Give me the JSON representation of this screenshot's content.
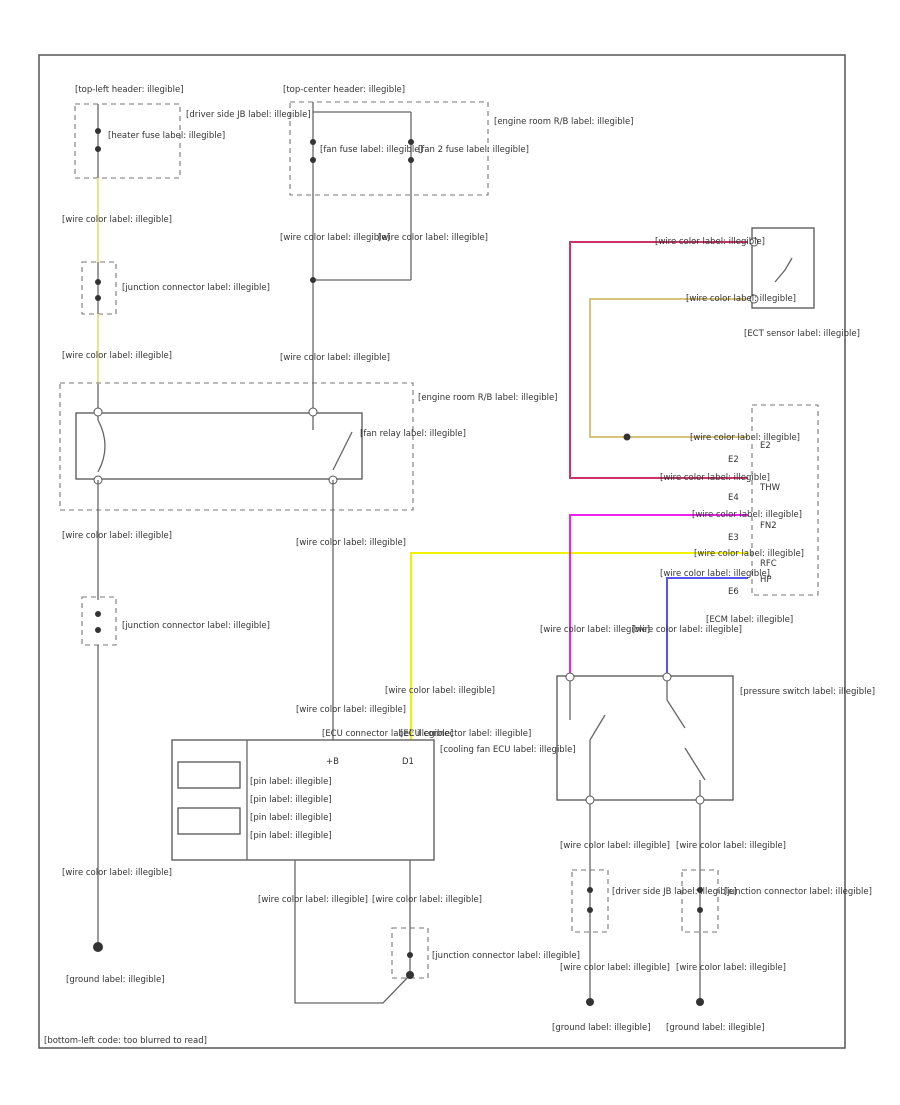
{
  "diagram": {
    "id_code": "[bottom-left code: too blurred to read]",
    "labels": {
      "hot_top_left": "[top-left header: illegible]",
      "hot_top_center": "[top-center header: illegible]",
      "heater_fuse": "[heater fuse label: illegible]",
      "driver_side_jb_top": "[driver side JB label: illegible]",
      "fan_fuse": "[fan fuse label: illegible]",
      "fan2_fuse": "[fan 2 fuse label: illegible]",
      "engine_room_rb_top": "[engine room R/B label: illegible]",
      "wire_blk_yel_1": "[wire color label: illegible]",
      "junction_connector_j1": "[junction connector label: illegible]",
      "wire_blk_yel_2": "[wire color label: illegible]",
      "wire_wht_1": "[wire color label: illegible]",
      "wire_wht_2": "[wire color label: illegible]",
      "wire_wht_3": "[wire color label: illegible]",
      "engine_room_rb_mid": "[engine room R/B label: illegible]",
      "fan_relay": "[fan relay label: illegible]",
      "wire_wht_blk_1": "[wire color label: illegible]",
      "junction_connector_j2": "[junction connector label: illegible]",
      "wire_wht_red_1": "[wire color label: illegible]",
      "wire_wht_red_2": "[wire color label: illegible]",
      "wire_yel_1": "[wire color label: illegible]",
      "wire_wht_blk_2": "[wire color label: illegible]",
      "ground_left": "[ground label: illegible]",
      "cooling_fan_ecu": "[cooling fan ECU label: illegible]",
      "ecu_pin_b": "+B",
      "ecu_pin_d": "D1",
      "ecu_conn_a": "[ECU connector label: illegible]",
      "ecu_conn_b": "[ECU connector label: illegible]",
      "ecu_left_pins": [
        "[pin label: illegible]",
        "[pin label: illegible]",
        "[pin label: illegible]",
        "[pin label: illegible]"
      ],
      "wire_wht_blk_3": "[wire color label: illegible]",
      "wire_wht_blk_4": "[wire color label: illegible]",
      "junction_connector_j3": "[junction connector label: illegible]",
      "ect_sensor": "[ECT sensor label: illegible]",
      "ecm_label": "[ECM label: illegible]",
      "ecm_pins": [
        "E2",
        "E2",
        "THW",
        "E4",
        "FN2",
        "E3",
        "RFC",
        "HP",
        "E6"
      ],
      "wire_red_blu_1": "[wire color label: illegible]",
      "wire_brn_1": "[wire color label: illegible]",
      "wire_brn_2": "[wire color label: illegible]",
      "wire_red_blu_2": "[wire color label: illegible]",
      "wire_vio_1": "[wire color label: illegible]",
      "wire_yel_2": "[wire color label: illegible]",
      "wire_blu_wht_1": "[wire color label: illegible]",
      "wire_vio_2": "[wire color label: illegible]",
      "wire_blu_wht_2": "[wire color label: illegible]",
      "pressure_switch": "[pressure switch label: illegible]",
      "wire_wht_blk_5": "[wire color label: illegible]",
      "driver_side_jb_bottom": "[driver side JB label: illegible]",
      "wire_wht_blk_6": "[wire color label: illegible]",
      "ground_bottom_mid": "[ground label: illegible]",
      "wire_wht_blk_7": "[wire color label: illegible]",
      "junction_connector_j4": "[junction connector label: illegible]",
      "wire_wht_blk_8": "[wire color label: illegible]",
      "ground_bottom_right": "[ground label: illegible]"
    },
    "colors": {
      "yellow_wire": "#f2f200",
      "pale_yellow_wire": "#e6e68a",
      "red_wire": "#cc3366",
      "brown_wire": "#d9c27a",
      "violet_wire": "#ee22ee",
      "blue_wire": "#5555ee",
      "plain_wire": "#666666"
    }
  }
}
